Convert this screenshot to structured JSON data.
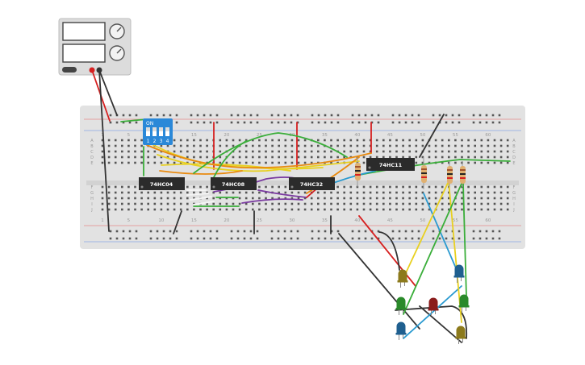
{
  "ics": [
    {
      "label": "74HC04"
    },
    {
      "label": "74HC08"
    },
    {
      "label": "74HC32"
    },
    {
      "label": "74HC11"
    }
  ],
  "dip_switch": {
    "on_label": "ON",
    "position_labels": [
      "1",
      "2",
      "3",
      "4"
    ]
  },
  "breadboard": {
    "column_numbers": [
      "1",
      "5",
      "10",
      "15",
      "20",
      "25",
      "30",
      "35",
      "40",
      "45",
      "50",
      "55",
      "60"
    ],
    "row_letters_top": [
      "A",
      "B",
      "C",
      "D",
      "E"
    ],
    "row_letters_bottom": [
      "F",
      "G",
      "H",
      "I",
      "J"
    ]
  },
  "leds": [
    {
      "color": "olive"
    },
    {
      "color": "green"
    },
    {
      "color": "blue"
    },
    {
      "color": "red"
    },
    {
      "color": "blue"
    },
    {
      "color": "green"
    },
    {
      "color": "olive"
    }
  ],
  "colors": {
    "wire_red": "#d62020",
    "wire_black": "#333333",
    "wire_green": "#3aae3a",
    "wire_yellow": "#e8d020",
    "wire_orange": "#e88a10",
    "wire_purple": "#7a3aa0",
    "wire_blue": "#2a9ad0",
    "wire_white": "#f4f4f4",
    "ic_body": "#2b2b2b",
    "dip_body": "#2a88d8",
    "breadboard": "#e2e2e2"
  }
}
